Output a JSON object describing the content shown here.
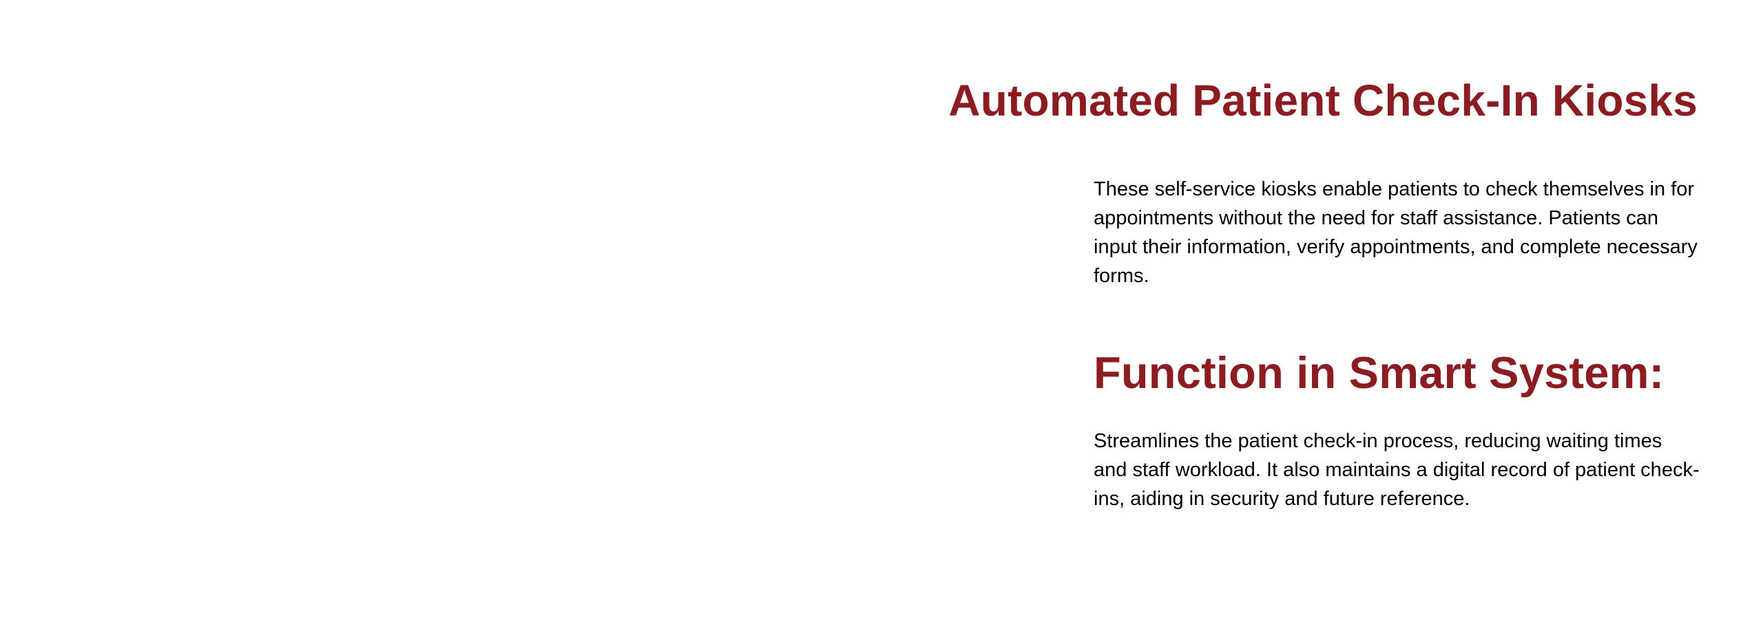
{
  "slide": {
    "title": "Automated Patient Check-In Kiosks",
    "description": "These self-service kiosks enable patients to check themselves in for appointments without the need for staff assistance. Patients can input their information, verify appointments, and complete necessary forms.",
    "function_heading": "Function in Smart System:",
    "function_text": "Streamlines the patient check-in process, reducing waiting times and staff workload. It also maintains a digital record of patient check-ins, aiding in security and future reference."
  },
  "colors": {
    "heading": "#8b1c21",
    "body_text": "#000000",
    "background": "#ffffff"
  }
}
